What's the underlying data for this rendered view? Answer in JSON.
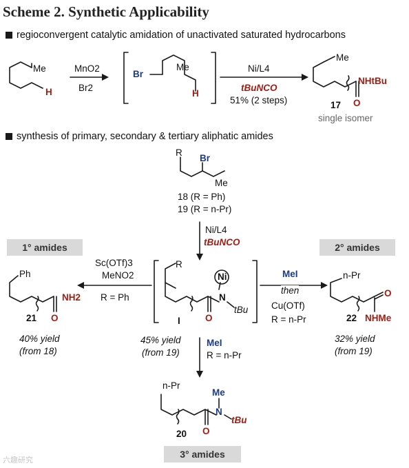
{
  "scheme_title": "Scheme 2. Synthetic Applicability",
  "section1": {
    "heading": "regioconvergent catalytic amidation of unactivated saturated hydrocarbons"
  },
  "section2": {
    "heading": "synthesis of primary, secondary & tertiary aliphatic amides"
  },
  "reaction1": {
    "sm_me": "Me",
    "sm_h": "H",
    "step1_top": "MnO2",
    "step1_bottom": "Br2",
    "int_br": "Br",
    "int_me": "Me",
    "int_h": "H",
    "step2_top": "Ni/L4",
    "step2_mid": "tBuNCO",
    "step2_yield": "51% (2 steps)",
    "prod_me": "Me",
    "prod_nh": "NHtBu",
    "prod_o": "O",
    "prod_num": "17",
    "prod_note": "single isomer"
  },
  "sm18": {
    "r": "R",
    "br": "Br",
    "me": "Me",
    "label18": "18 (R = Ph)",
    "label19": "19 (R = n-Pr)"
  },
  "step_down1": {
    "cat": "Ni/L4",
    "reagent": "tBuNCO"
  },
  "labels": {
    "primary": "1° amides",
    "secondary": "2° amides",
    "tertiary": "3° amides"
  },
  "intermediate": {
    "r": "R",
    "ni": "Ni",
    "n": "N",
    "tbu": "tBu",
    "o": "O",
    "num": "I"
  },
  "left_cond": {
    "line1": "Sc(OTf)3",
    "line2": "MeNO2",
    "line3": "R = Ph"
  },
  "right_cond": {
    "line1": "MeI",
    "line2": "then",
    "line3": "Cu(OTf)",
    "line4": "R = n-Pr"
  },
  "down_cond": {
    "line1": "MeI",
    "line2": "R = n-Pr"
  },
  "prod21": {
    "ph": "Ph",
    "nh2": "NH2",
    "o": "O",
    "num": "21",
    "yield": "40% yield",
    "from": "(from 18)"
  },
  "prod22": {
    "npr": "n-Pr",
    "o": "O",
    "nhme": "NHMe",
    "num": "22",
    "yield": "32% yield",
    "from": "(from 19)"
  },
  "mid_yield": {
    "yield": "45% yield",
    "from": "(from 19)"
  },
  "prod20": {
    "npr": "n-Pr",
    "me": "Me",
    "n": "N",
    "tbu": "tBu",
    "o": "O",
    "num": "20"
  },
  "watermark": "六趣研究"
}
